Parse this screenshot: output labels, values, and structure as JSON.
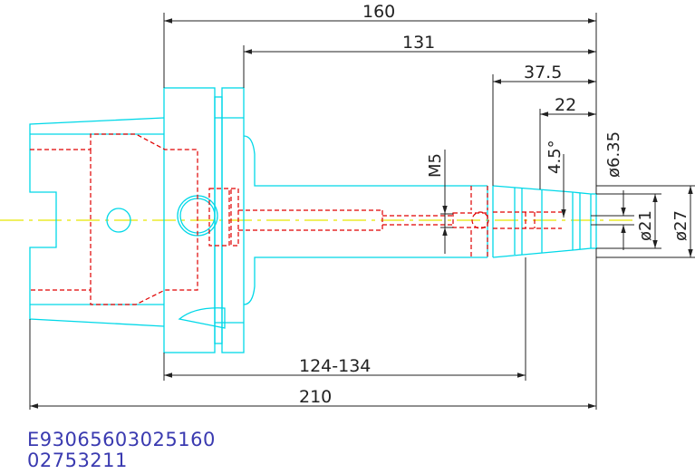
{
  "drawing": {
    "dimensions": {
      "d160": "160",
      "d131": "131",
      "d37_5": "37.5",
      "d22": "22",
      "m5": "M5",
      "angle": "4.5°",
      "dia635": "ø6.35",
      "dia21": "ø21",
      "dia27": "ø27",
      "range": "124-134",
      "d210": "210"
    },
    "codes": {
      "line1": "E93065603025160",
      "line2": "02753211"
    },
    "colors": {
      "outline": "#00d8e8",
      "hidden": "#e00000",
      "centerline": "#e8e800",
      "dimension": "#222222",
      "code_text": "#3a3ab0"
    }
  }
}
